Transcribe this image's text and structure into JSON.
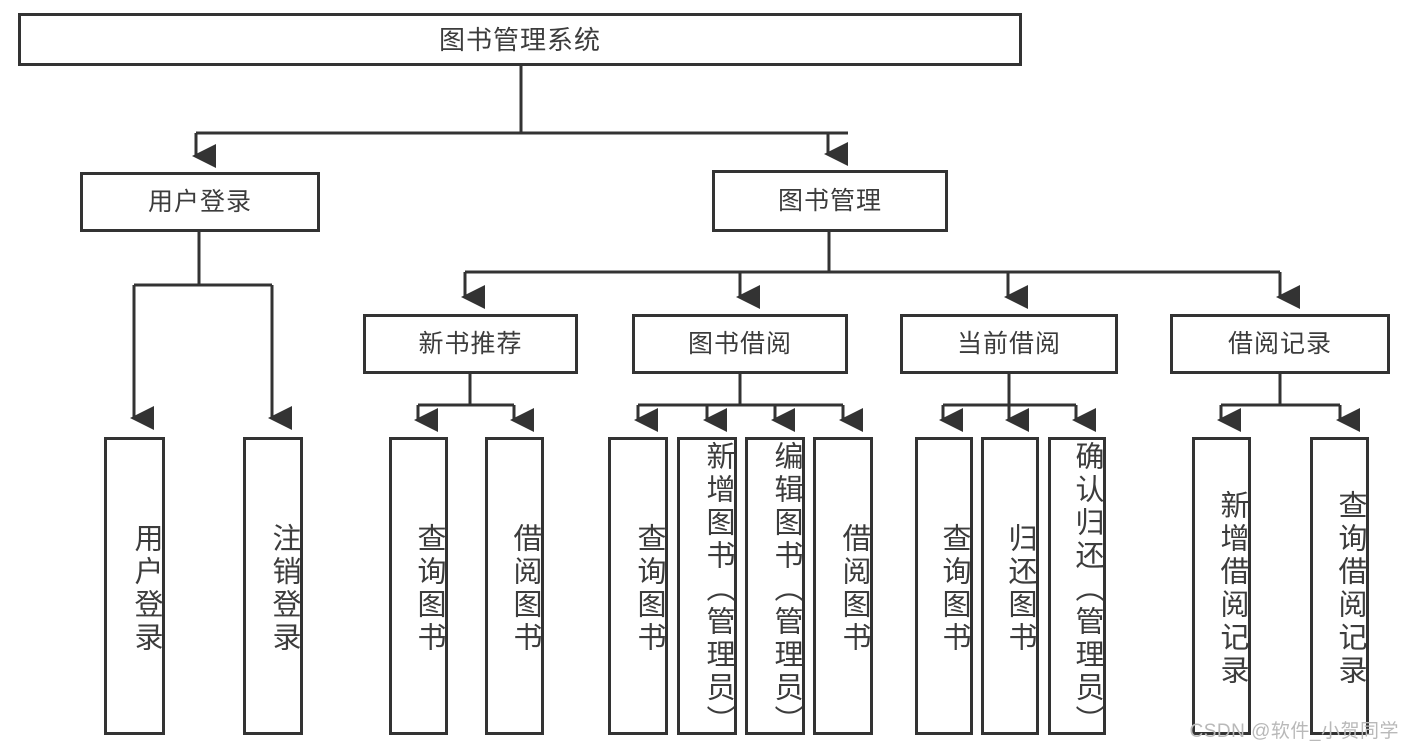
{
  "diagram": {
    "title": "图书管理系统",
    "type": "tree-structure-chart",
    "background_color": "#ffffff",
    "border_color": "#333333",
    "text_color": "#3c3c3c"
  },
  "nodes": {
    "root": {
      "label": "图书管理系统"
    },
    "level2": [
      {
        "label": "用户登录"
      },
      {
        "label": "图书管理"
      }
    ],
    "level3": [
      {
        "label": "新书推荐"
      },
      {
        "label": "图书借阅"
      },
      {
        "label": "当前借阅"
      },
      {
        "label": "借阅记录"
      }
    ],
    "leaves": {
      "user_login": [
        {
          "label": "用户登录"
        },
        {
          "label": "注销登录"
        }
      ],
      "new_book_recommend": [
        {
          "label": "查询图书"
        },
        {
          "label": "借阅图书"
        }
      ],
      "book_borrow": [
        {
          "label": "查询图书"
        },
        {
          "label": "新增图书（管理员）"
        },
        {
          "label": "编辑图书（管理员）"
        },
        {
          "label": "借阅图书"
        }
      ],
      "current_borrow": [
        {
          "label": "查询图书"
        },
        {
          "label": "归还图书"
        },
        {
          "label": "确认归还（管理员）"
        }
      ],
      "borrow_record": [
        {
          "label": "新增借阅记录"
        },
        {
          "label": "查询借阅记录"
        }
      ]
    }
  },
  "watermark": {
    "text": "CSDN @软件_小贺同学"
  }
}
